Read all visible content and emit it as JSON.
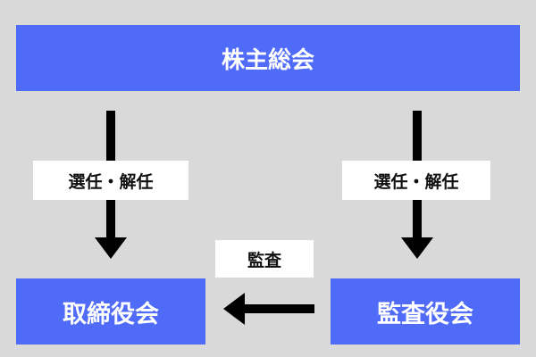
{
  "nodes": {
    "shareholders_meeting": "株主総会",
    "board_of_directors": "取締役会",
    "audit_board": "監査役会"
  },
  "edges": {
    "left_label": "選任・解任",
    "right_label": "選任・解任",
    "bottom_label": "監査"
  },
  "colors": {
    "box": "#4f6bf7",
    "background": "#d9d9d9",
    "arrow": "#000000"
  }
}
